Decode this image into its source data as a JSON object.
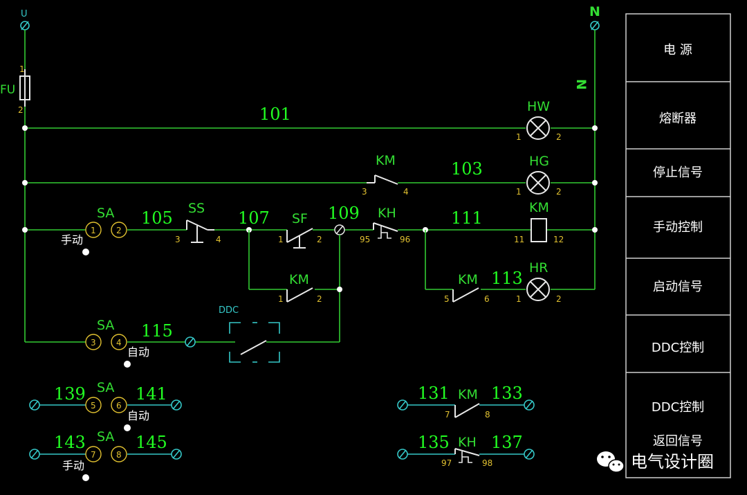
{
  "supply": {
    "phase": "U",
    "neutral": "N",
    "neutral_mark": "N"
  },
  "fuse": {
    "label": "FU",
    "t1": "1",
    "t2": "2"
  },
  "wires": [
    "101",
    "103",
    "105",
    "107",
    "109",
    "111",
    "113",
    "115",
    "139",
    "141",
    "143",
    "145",
    "131",
    "133",
    "135",
    "137"
  ],
  "lamps": [
    {
      "label": "HW",
      "t1": "1",
      "t2": "2"
    },
    {
      "label": "HG",
      "t1": "1",
      "t2": "2"
    },
    {
      "label": "HR",
      "t1": "1",
      "t2": "2"
    }
  ],
  "coil": {
    "label": "KM",
    "t1": "11",
    "t2": "12"
  },
  "contacts": [
    {
      "label": "KM",
      "t1": "3",
      "t2": "4"
    },
    {
      "label": "SS",
      "t1": "3",
      "t2": "4"
    },
    {
      "label": "SF",
      "t1": "1",
      "t2": "2"
    },
    {
      "label": "KH",
      "t1": "95",
      "t2": "96"
    },
    {
      "label": "KM",
      "t1": "1",
      "t2": "2"
    },
    {
      "label": "KM",
      "t1": "5",
      "t2": "6"
    },
    {
      "label": "DDC"
    },
    {
      "label": "KM",
      "t1": "7",
      "t2": "8"
    },
    {
      "label": "KH",
      "t1": "97",
      "t2": "98"
    }
  ],
  "switch_sa": [
    {
      "label": "SA",
      "a": "1",
      "b": "2",
      "mode": "手动"
    },
    {
      "label": "SA",
      "a": "3",
      "b": "4",
      "mode": "自动"
    },
    {
      "label": "SA",
      "a": "5",
      "b": "6",
      "mode": "自动"
    },
    {
      "label": "SA",
      "a": "7",
      "b": "8",
      "mode": "手动"
    }
  ],
  "legend": [
    "电  源",
    "熔断器",
    "停止信号",
    "手动控制",
    "启动信号",
    "DDC控制",
    "DDC控制",
    "返回信号"
  ],
  "watermark": "电气设计圈",
  "colors": {
    "wire": "#33cc33",
    "label": "#22ff22",
    "terminal": "#e0c030",
    "symbol": "#e8e8e8",
    "aux": "#35c8c8"
  }
}
